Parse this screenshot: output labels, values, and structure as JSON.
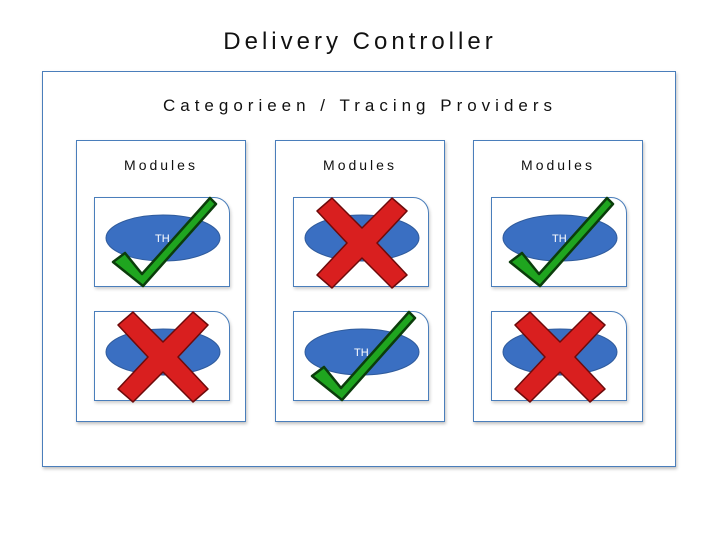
{
  "title": "Delivery Controller",
  "subtitle": "Categorieen / Tracing Providers",
  "colors": {
    "border": "#4a7ebb",
    "ellipse": "#3a6fc2",
    "check": "#1fa51f",
    "cross": "#d91f1f"
  },
  "modules": [
    {
      "label": "Modules",
      "items": [
        {
          "text": "TH",
          "status": "check"
        },
        {
          "text": "",
          "status": "cross"
        }
      ]
    },
    {
      "label": "Modules",
      "items": [
        {
          "text": "",
          "status": "cross"
        },
        {
          "text": "TH",
          "status": "check"
        }
      ]
    },
    {
      "label": "Modules",
      "items": [
        {
          "text": "TH",
          "status": "check"
        },
        {
          "text": "",
          "status": "cross"
        }
      ]
    }
  ]
}
